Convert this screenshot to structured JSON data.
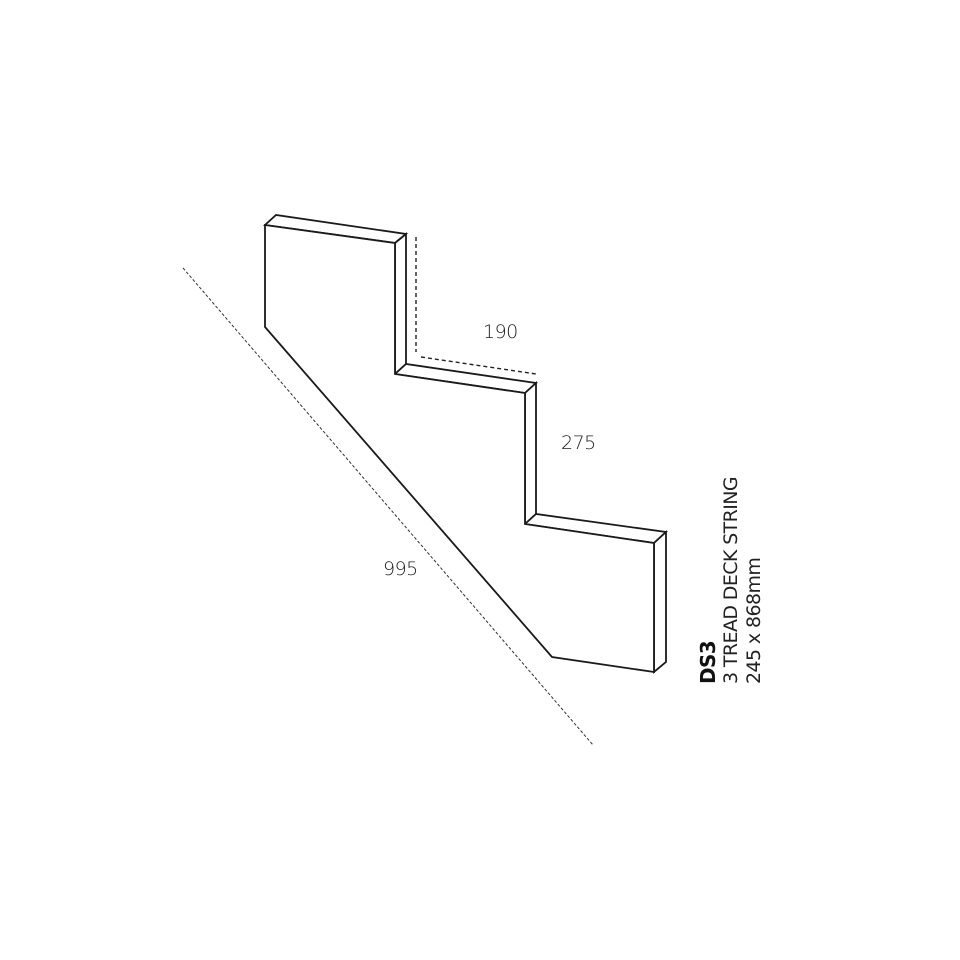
{
  "diagram": {
    "type": "technical-product-drawing",
    "subject": "stair stringer (deck string) with 3 treads",
    "colors": {
      "background": "#ffffff",
      "line": "#1a1a1a",
      "text": "#222222"
    },
    "dimensions": {
      "going": {
        "label": "190",
        "description": "tread going dimension (dashed dimension line)"
      },
      "rise": {
        "label": "275",
        "description": "riser height dimension"
      },
      "length": {
        "label": "995",
        "description": "overall diagonal length (dotted dimension line)"
      }
    },
    "caption": {
      "code": "DS3",
      "name": "3 TREAD DECK STRING",
      "size": "245 x 868mm"
    }
  }
}
